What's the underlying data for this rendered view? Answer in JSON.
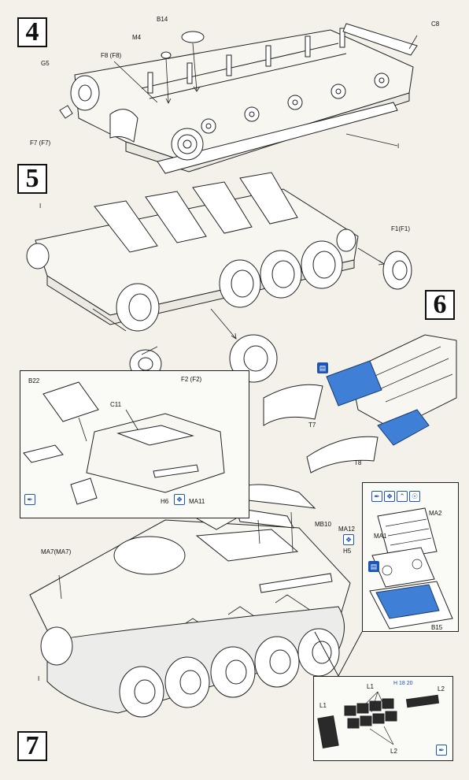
{
  "steps": {
    "s4": "4",
    "s5": "5",
    "s6": "6",
    "s7": "7"
  },
  "labels": {
    "b14": "B14",
    "m4": "M4",
    "c8": "C8",
    "g5": "G5",
    "f8": "F8 (F8)",
    "f7": "F7 (F7)",
    "i_4": "I",
    "i_5": "I",
    "f1": "F1(F1)",
    "f2": "F2 (F2)",
    "b22": "B22",
    "c11": "C11",
    "h6": "H6",
    "ma11": "MA11",
    "t7": "T7",
    "t8": "T8",
    "mb10": "MB10",
    "ma12": "MA12",
    "h5": "H5",
    "ma7": "MA7(MA7)",
    "i_7": "I",
    "ma2": "MA2",
    "ma1": "MA1",
    "b15": "B15",
    "l1a": "L1",
    "l1b": "L1",
    "l2a": "L2",
    "l2b": "L2",
    "h18": "H 18 20"
  },
  "icons": {
    "glue": "glue-brush-icon",
    "paint_blue": "blue-paint-chip-icon",
    "cement": "cement-tube-icon",
    "fragile": "handle-with-care-icon"
  },
  "colors": {
    "accent_blue": "#1b55b5",
    "part_blue": "#3f7fd6",
    "line": "#222222",
    "paper": "#f3f1ea"
  }
}
